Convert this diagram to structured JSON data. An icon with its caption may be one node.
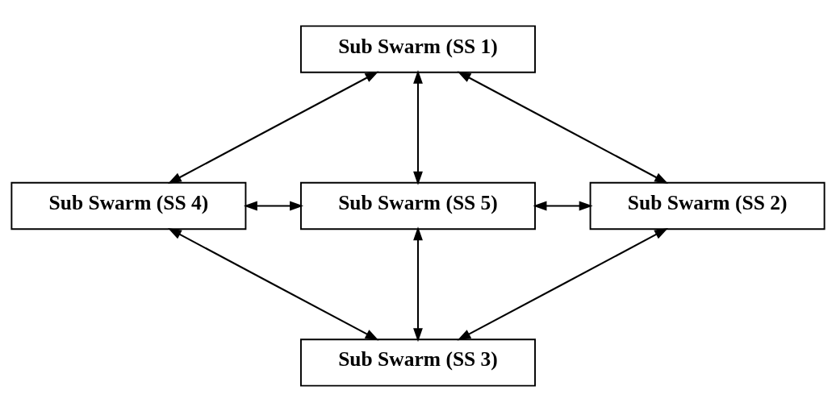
{
  "diagram": {
    "nodes": [
      {
        "text": [
          "Sub Swarm (SS 1)"
        ]
      },
      {
        "text": [
          "Sub Swarm (SS 4)"
        ]
      },
      {
        "text": [
          "Sub Swarm (SS 5)"
        ]
      },
      {
        "text": [
          "Sub Swarm (SS 2)"
        ]
      },
      {
        "text": [
          "Sub Swarm (SS 3)"
        ]
      }
    ],
    "edges": [
      {
        "from": 0,
        "to": 1,
        "arrow": "both"
      },
      {
        "from": 0,
        "to": 2,
        "arrow": "both"
      },
      {
        "from": 0,
        "to": 3,
        "arrow": "both"
      },
      {
        "from": 1,
        "to": 2,
        "arrow": "both"
      },
      {
        "from": 2,
        "to": 3,
        "arrow": "both"
      },
      {
        "from": 1,
        "to": 4,
        "arrow": "both"
      },
      {
        "from": 2,
        "to": 4,
        "arrow": "both"
      },
      {
        "from": 3,
        "to": 4,
        "arrow": "both"
      }
    ]
  }
}
